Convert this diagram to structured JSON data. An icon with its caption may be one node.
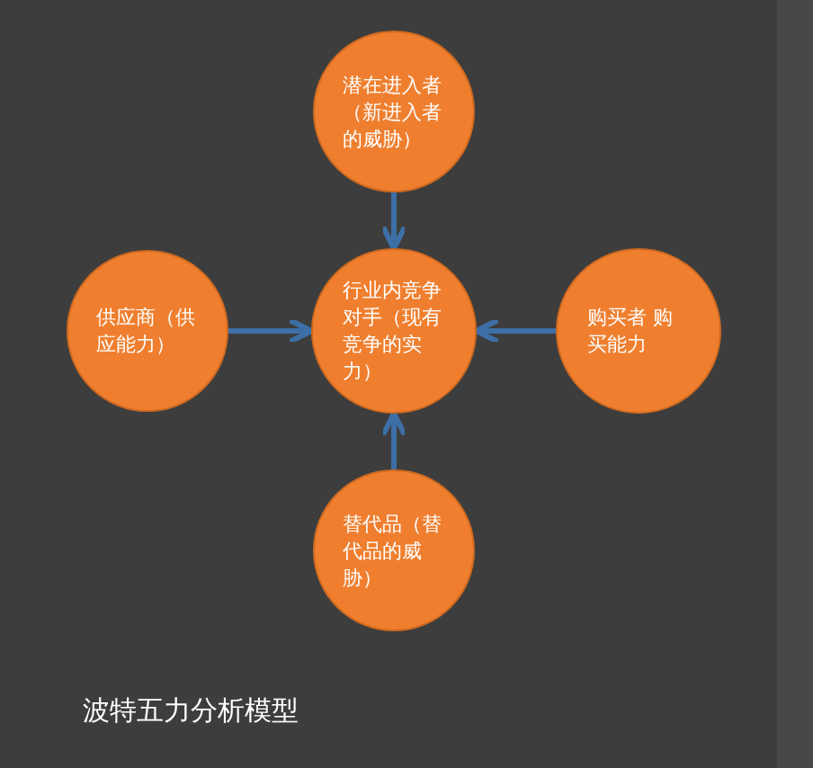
{
  "diagram": {
    "title": "波特五力分析模型",
    "nodes": [
      {
        "text": [
          "行业内竞争对手（现有竞争的实力）"
        ]
      },
      {
        "text": [
          "潜在进入者（新进入者的威胁）"
        ]
      },
      {
        "text": [
          "供应商（供应能力）"
        ]
      },
      {
        "text": [
          "购买者 购买能力"
        ]
      },
      {
        "text": [
          "替代品（替代品的威胁）"
        ]
      }
    ],
    "edges": [
      {
        "from": 1,
        "to": 0,
        "arrow": "to"
      },
      {
        "from": 2,
        "to": 0,
        "arrow": "to"
      },
      {
        "from": 3,
        "to": 0,
        "arrow": "to"
      },
      {
        "from": 4,
        "to": 0,
        "arrow": "to"
      }
    ]
  }
}
